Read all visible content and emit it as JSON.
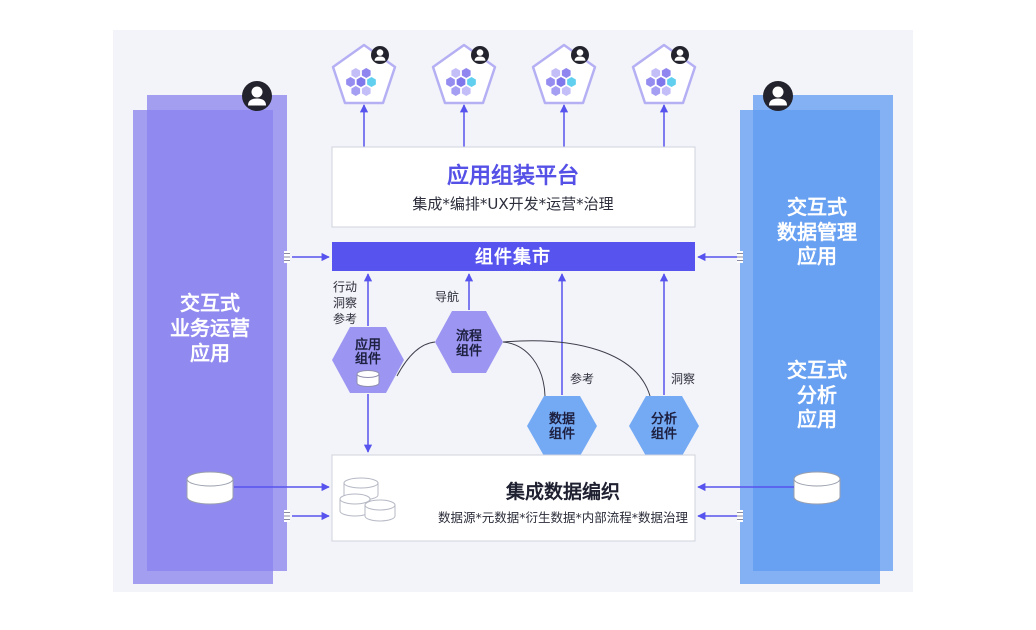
{
  "colors": {
    "panel_background": "#f3f4f9",
    "accent": "#5753ee",
    "platform_title": "#5550e6",
    "business_column": "#8a82ee",
    "data_column": "#5f9bf2",
    "component_purple": "#9c95f2",
    "component_blue": "#74a9f4",
    "connector_line": "#3d3f4c",
    "pentagon_outline": "#b5b0f4"
  },
  "icons": {
    "user": "user-icon",
    "app_module": "honeycomb-icon",
    "storage": "database-icon"
  },
  "business_app": {
    "lines": [
      "交互式",
      "业务运营",
      "应用"
    ]
  },
  "data_management_app": {
    "lines": [
      "交互式",
      "数据管理",
      "应用"
    ]
  },
  "analysis_app": {
    "lines": [
      "交互式",
      "分析",
      "应用"
    ]
  },
  "assembly_platform": {
    "title": "应用组装平台",
    "subtitle": "集成*编排*UX开发*运营*治理"
  },
  "component_market": {
    "title": "组件集市"
  },
  "edge_labels": {
    "app_component": [
      "行动",
      "洞察",
      "参考"
    ],
    "process_component": "导航",
    "data_component": "参考",
    "analysis_component": "洞察"
  },
  "components": {
    "app": [
      "应用",
      "组件"
    ],
    "process": [
      "流程",
      "组件"
    ],
    "data": [
      "数据",
      "组件"
    ],
    "analysis": [
      "分析",
      "组件"
    ]
  },
  "data_fabric": {
    "title": "集成数据编织",
    "subtitle": "数据源*元数据*衍生数据*内部流程*数据治理"
  }
}
